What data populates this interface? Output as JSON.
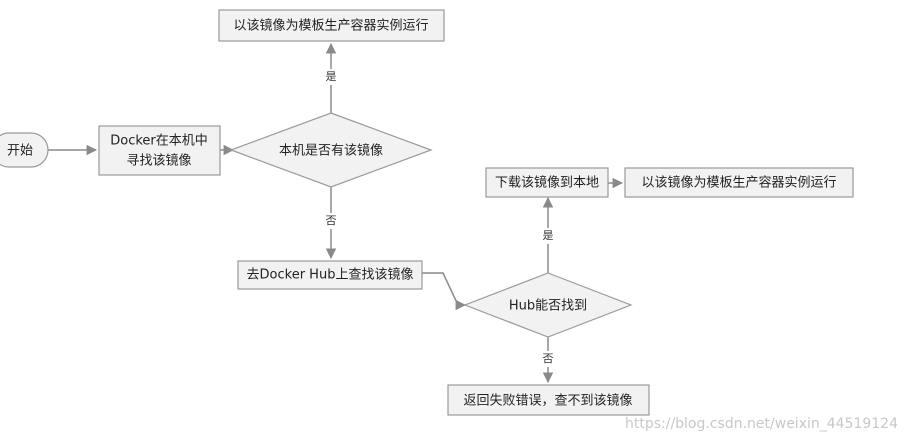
{
  "nodes": {
    "start": "开始",
    "local_search_line1": "Docker在本机中",
    "local_search_line2": "寻找该镜像",
    "local_has_image": "本机是否有该镜像",
    "run_from_local": "以该镜像为模板生产容器实例运行",
    "hub_search": "去Docker Hub上查找该镜像",
    "hub_has_image": "Hub能否找到",
    "download": "下载该镜像到本地",
    "run_after_download": "以该镜像为模板生产容器实例运行",
    "fail": "返回失败错误，查不到该镜像"
  },
  "edge_labels": {
    "local_yes": "是",
    "local_no": "否",
    "hub_yes": "是",
    "hub_no": "否"
  },
  "watermark": "https://blog.csdn.net/weixin_44519124",
  "colors": {
    "node_fill": "#f2f2f2",
    "node_stroke": "#9a9a9a",
    "edge": "#8a8a8a"
  }
}
